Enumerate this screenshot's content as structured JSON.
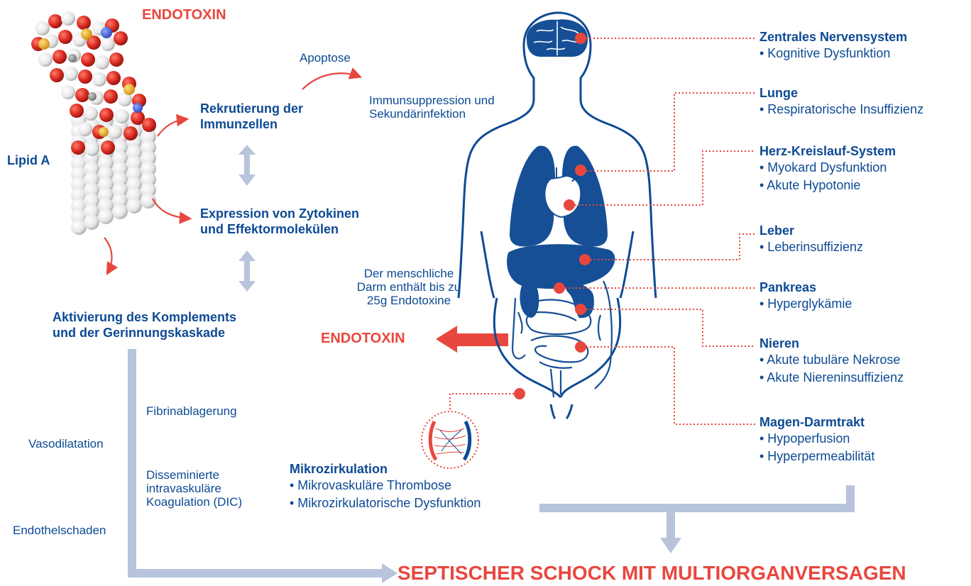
{
  "endotoxin_top": "ENDOTOXIN",
  "lipid_a": "Lipid A",
  "apoptose": "Apoptose",
  "immunsuppression": [
    "Immunsuppression und",
    "Sekundärinfektion"
  ],
  "rekrutierung": [
    "Rekrutierung der",
    "Immunzellen"
  ],
  "expression": [
    "Expression von Zytokinen",
    "und Effektormolekülen"
  ],
  "aktivierung": [
    "Aktivierung des Komplements",
    "und der Gerinnungskaskade"
  ],
  "fibrin": "Fibrinablagerung",
  "dic": [
    "Disseminierte",
    "intravaskuläre",
    "Koagulation (DIC)"
  ],
  "vasodilatation": "Vasodilatation",
  "endothel": "Endothelschaden",
  "darm_text": [
    "Der menschliche",
    "Darm enthält bis zu",
    "25g Endotoxine"
  ],
  "endotoxin_mid": "ENDOTOXIN",
  "mikrozirkulation": {
    "title": "Mikrozirkulation",
    "items": [
      "• Mikrovaskuläre Thrombose",
      "• Mikrozirkulatorische Dysfunktion"
    ]
  },
  "organs": [
    {
      "title": "Zentrales Nervensystem",
      "items": [
        "• Kognitive Dysfunktion"
      ]
    },
    {
      "title": "Lunge",
      "items": [
        "• Respiratorische Insuffizienz"
      ]
    },
    {
      "title": "Herz-Kreislauf-System",
      "items": [
        "• Myokard Dysfunktion",
        "• Akute Hypotonie"
      ]
    },
    {
      "title": "Leber",
      "items": [
        "• Leberinsuffizienz"
      ]
    },
    {
      "title": "Pankreas",
      "items": [
        "• Hyperglykämie"
      ]
    },
    {
      "title": "Nieren",
      "items": [
        "• Akute tubuläre Nekrose",
        "• Akute Niereninsuffizienz"
      ]
    },
    {
      "title": "Magen-Darmtrakt",
      "items": [
        "• Hypoperfusion",
        "• Hyperpermeabilität"
      ]
    }
  ],
  "outcome": "SEPTISCHER SCHOCK MIT MULTIORGANVERSAGEN",
  "colors": {
    "blue": "#0d4a94",
    "red": "#e8473e",
    "gray_blue": "#b8c3dc",
    "organ_fill": "#164f96"
  }
}
